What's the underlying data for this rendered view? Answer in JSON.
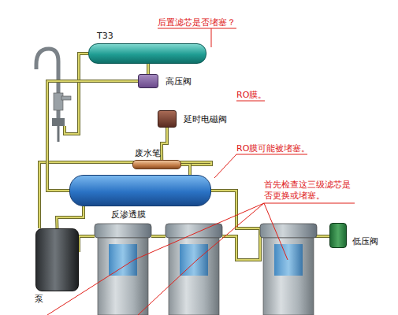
{
  "diagram": {
    "nodes": [
      {
        "text": [
          "T33"
        ]
      },
      {
        "text": [
          "高压阀"
        ]
      },
      {
        "text": [
          "延时电磁阀"
        ]
      },
      {
        "text": [
          "废水笔"
        ]
      },
      {
        "text": [
          "反渗透膜"
        ]
      },
      {
        "text": [
          "低压阀"
        ]
      },
      {
        "text": [
          "泵"
        ]
      }
    ],
    "edges": [
      {
        "from": 6,
        "to": 4,
        "arrow": "none"
      },
      {
        "from": 4,
        "to": 1,
        "arrow": "none"
      },
      {
        "from": 1,
        "to": 0,
        "arrow": "none"
      },
      {
        "from": 4,
        "to": 3,
        "arrow": "none"
      },
      {
        "from": 3,
        "to": 2,
        "arrow": "none"
      }
    ],
    "labels": [
      "后置滤芯是否堵塞？",
      "RO膜。",
      "RO膜可能被堵塞。",
      "首先检查这三级滤芯是否更换或堵塞。"
    ]
  }
}
